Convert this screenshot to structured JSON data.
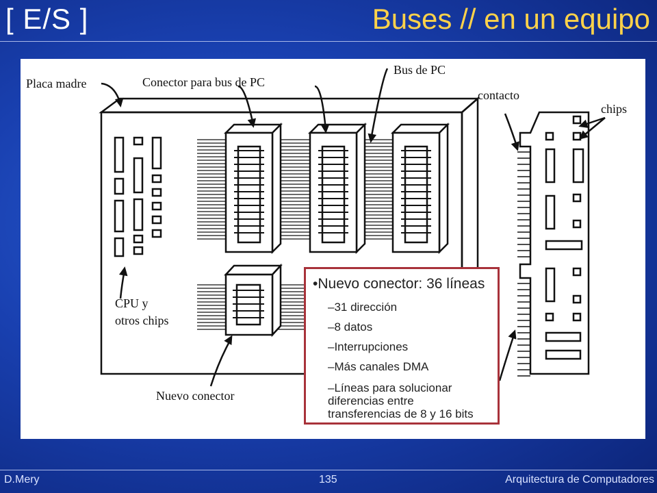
{
  "header": {
    "section": "[ E/S ]",
    "title": "Buses // en un equipo"
  },
  "figure": {
    "labels": {
      "motherboard": "Placa madre",
      "bus_connector": "Conector para bus de PC",
      "pc_bus": "Bus de PC",
      "contact": "contacto",
      "chips": "chips",
      "cpu_line1": "CPU y",
      "cpu_line2": "otros chips",
      "new_connector": "Nuevo conector"
    },
    "note": {
      "heading": "•Nuevo conector: 36 líneas",
      "items": [
        "–31 dirección",
        "–8 datos",
        "–Interrupciones",
        "–Más canales DMA",
        "–Líneas  para solucionar"
      ],
      "continuation": [
        "diferencias entre",
        "transferencias de 8 y 16 bits"
      ]
    }
  },
  "footer": {
    "author": "D.Mery",
    "page": "135",
    "course": "Arquitectura de Computadores"
  }
}
